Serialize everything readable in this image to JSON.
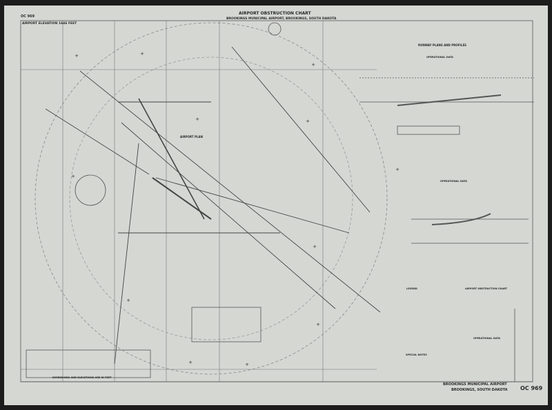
{
  "header": {
    "chart_id": "OC 969",
    "title": "AIRPORT OBSTRUCTION CHART",
    "subtitle": "BROOKINGS MUNICIPAL AIRPORT, BROOKINGS, SOUTH DAKOTA",
    "elevation": "AIRPORT ELEVATION 1646 FEET"
  },
  "map": {
    "airport_plan_label": "AIRPORT PLAN",
    "units_note": "DIMENSIONS AND ELEVATIONS ARE IN FEET"
  },
  "right_panel": {
    "runway_title": "RUNWAY PLANS AND PROFILES",
    "operational_data_1": "OPERATIONAL DATA",
    "operational_data_2": "OPERATIONAL DATA",
    "legend_title": "LEGEND",
    "special_notes_title": "SPECIAL NOTES",
    "notes_title": "AIRPORT OBSTRUCTION CHART",
    "operational_data_3": "OPERATIONAL DATA"
  },
  "footer": {
    "airport_name": "BROOKINGS MUNICIPAL AIRPORT",
    "location": "BROOKINGS, SOUTH DAKOTA",
    "chart_id": "OC 969"
  },
  "colors": {
    "paper": "#d5d7d3",
    "ink": "#2a2a2a",
    "background": "#1c1c1c"
  }
}
